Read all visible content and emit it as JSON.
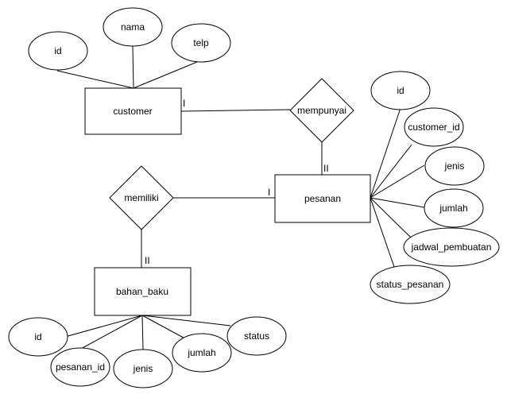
{
  "entities": {
    "customer": "customer",
    "pesanan": "pesanan",
    "bahan_baku": "bahan_baku"
  },
  "relationships": {
    "mempunyai": "mempunyai",
    "memiliki": "memiliki"
  },
  "attributes": {
    "customer": {
      "id": "id",
      "nama": "nama",
      "telp": "telp"
    },
    "pesanan": {
      "id": "id",
      "customer_id": "customer_id",
      "jenis": "jenis",
      "jumlah": "jumlah",
      "jadwal_pembuatan": "jadwal_pembuatan",
      "status_pesanan": "status_pesanan"
    },
    "bahan_baku": {
      "id": "id",
      "pesanan_id": "pesanan_id",
      "jenis": "jenis",
      "jumlah": "jumlah",
      "status": "status"
    }
  },
  "cardinality": {
    "customer_mempunyai": "I",
    "pesanan_mempunyai": "II",
    "pesanan_memiliki": "I",
    "bahan_baku_memiliki": "II"
  }
}
